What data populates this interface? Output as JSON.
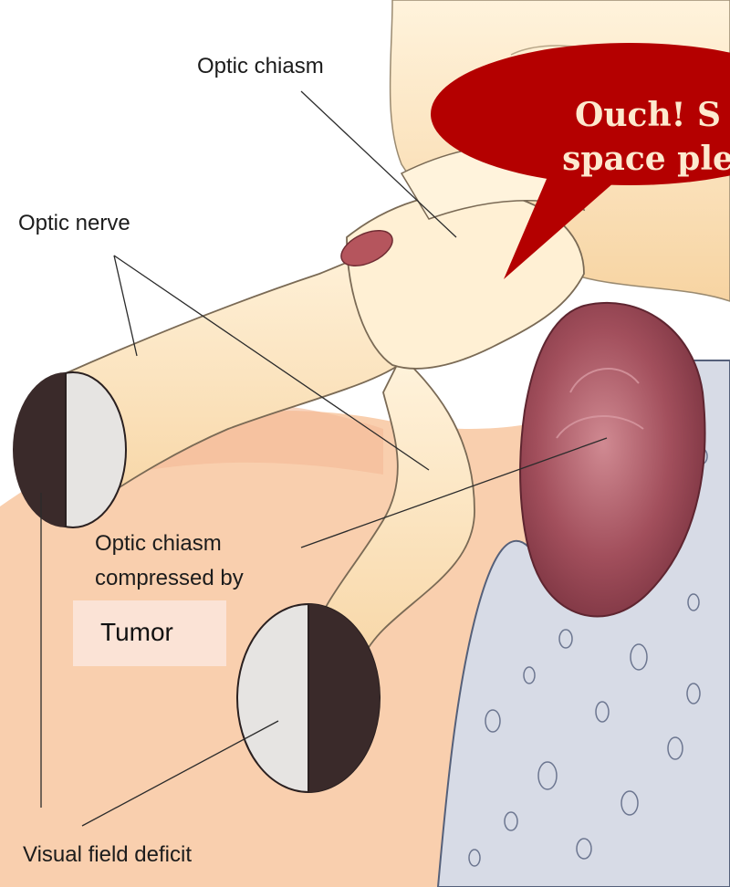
{
  "labels": {
    "optic_chiasm": "Optic chiasm",
    "optic_nerve": "Optic nerve",
    "compressed_line1": "Optic chiasm",
    "compressed_line2": "compressed by",
    "tumor": "Tumor",
    "visual_field_deficit": "Visual field deficit"
  },
  "speech_bubble": {
    "line1": "Ouch! S",
    "line2": "space ple"
  },
  "colors": {
    "nerve": "#fce3b8",
    "tissue": "#f9cfae",
    "tumor": "#a24f5c",
    "bone": "#d7dbe6",
    "bubble": "#b40000",
    "deficit_dark": "#3a2a2a",
    "deficit_light": "#e6e4e2"
  }
}
